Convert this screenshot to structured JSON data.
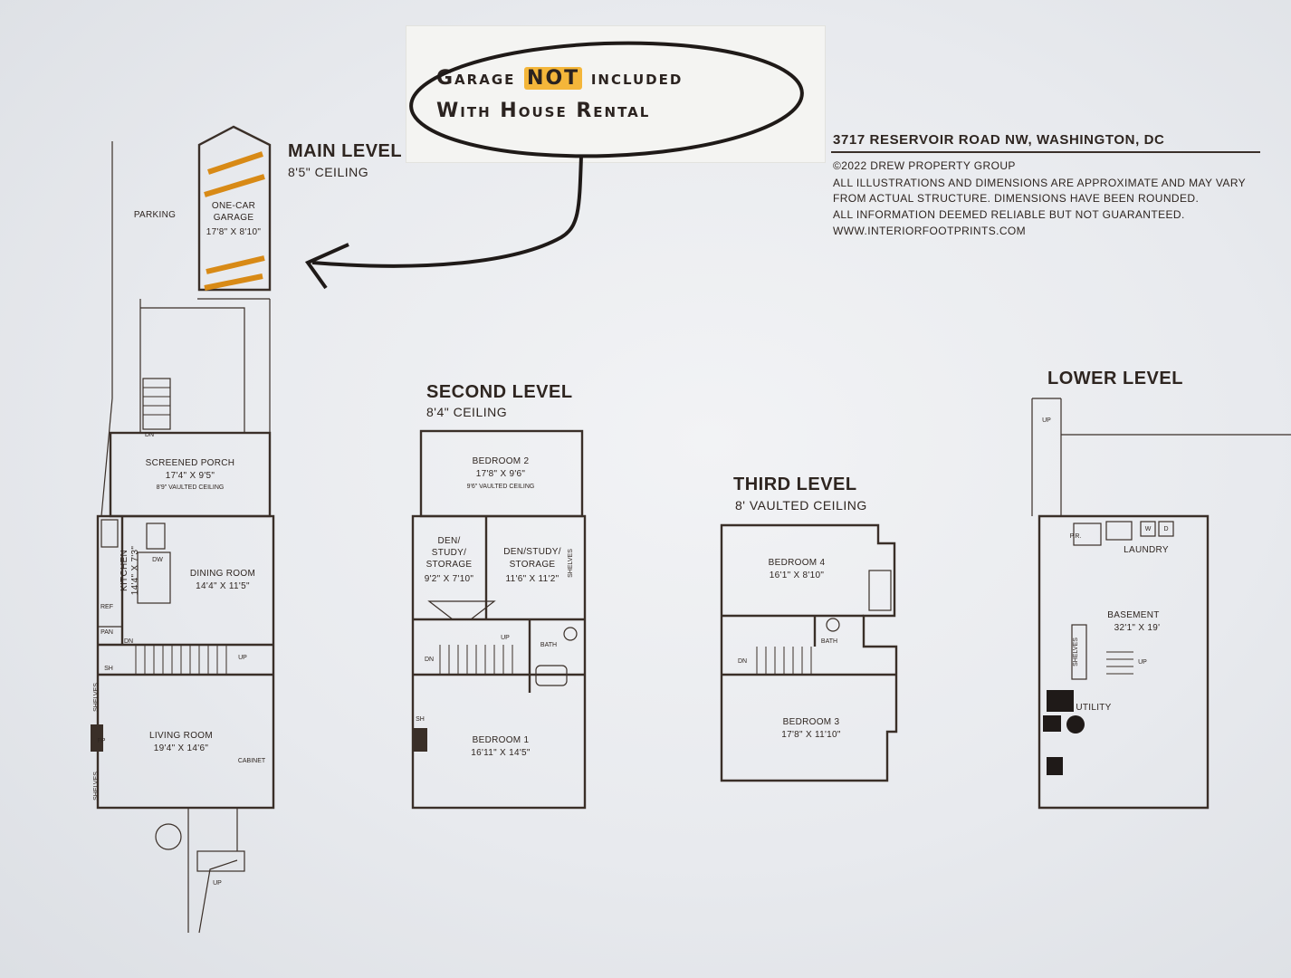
{
  "callout": {
    "line1_pre": "Garage ",
    "line1_not": "NOT",
    "line1_post": " included",
    "line2": "With House Rental"
  },
  "title_block": {
    "address": "3717 RESERVOIR ROAD NW, WASHINGTON, DC",
    "copyright": "©2022 DREW PROPERTY GROUP",
    "disclaimer_1": "ALL ILLUSTRATIONS AND DIMENSIONS ARE APPROXIMATE AND MAY VARY",
    "disclaimer_2": "FROM ACTUAL STRUCTURE. DIMENSIONS HAVE BEEN ROUNDED.",
    "disclaimer_3": "ALL INFORMATION DEEMED RELIABLE BUT NOT GUARANTEED.",
    "website": "WWW.INTERIORFOOTPRINTS.COM"
  },
  "levels": {
    "main": {
      "title": "MAIN LEVEL",
      "ceiling": "8'5\" CEILING"
    },
    "second": {
      "title": "SECOND LEVEL",
      "ceiling": "8'4\" CEILING"
    },
    "third": {
      "title": "THIRD LEVEL",
      "ceiling": "8' VAULTED CEILING"
    },
    "lower": {
      "title": "LOWER LEVEL"
    }
  },
  "rooms": {
    "parking": "PARKING",
    "garage_1": "ONE-CAR",
    "garage_2": "GARAGE",
    "garage_dim": "17'8\" X 8'10\"",
    "porch": "SCREENED PORCH",
    "porch_dim": "17'4\" X 9'5\"",
    "porch_ceiling": "8'9\" VAULTED CEILING",
    "kitchen": "KITCHEN",
    "kitchen_dim": "14'4\" X 7'3\"",
    "dining": "DINING ROOM",
    "dining_dim": "14'4\" X 11'5\"",
    "living": "LIVING ROOM",
    "living_dim": "19'4\" X 14'6\"",
    "bed2": "BEDROOM 2",
    "bed2_dim": "17'8\" X 9'6\"",
    "bed2_ceiling": "9'6\" VAULTED CEILING",
    "den1_1": "DEN/",
    "den1_2": "STUDY/",
    "den1_3": "STORAGE",
    "den1_dim": "9'2\" X 7'10\"",
    "den2_1": "DEN/STUDY/",
    "den2_2": "STORAGE",
    "den2_dim": "11'6\" X 11'2\"",
    "bed1": "BEDROOM 1",
    "bed1_dim": "16'11\" X 14'5\"",
    "bed4": "BEDROOM 4",
    "bed4_dim": "16'1\" X 8'10\"",
    "bed3": "BEDROOM 3",
    "bed3_dim": "17'8\" X 11'10\"",
    "basement": "BASEMENT",
    "basement_dim": "32'1\" X 19'",
    "laundry": "LAUNDRY",
    "utility": "UTILITY"
  },
  "tags": {
    "dn": "DN",
    "up": "UP",
    "sh": "SH",
    "dw": "DW",
    "ref": "REF",
    "pan": "PAN",
    "fp": "FP",
    "shelves": "SHELVES",
    "cabinet": "CABINET",
    "bath": "BATH",
    "pr": "P.R.",
    "w": "W",
    "d": "D"
  },
  "colors": {
    "ink": "#3a2f28",
    "highlighter": "#f4b63a",
    "marker": "#1f1a18"
  }
}
